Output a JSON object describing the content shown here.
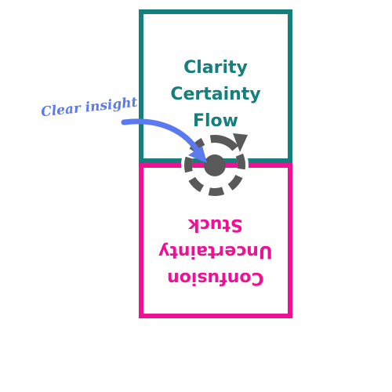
{
  "top_box": {
    "lines": [
      "Clarity",
      "Certainty",
      "Flow"
    ],
    "color": "#157f7b"
  },
  "bottom_box": {
    "lines": [
      "Confusion",
      "Uncertainty",
      "Stuck"
    ],
    "color": "#ee1194"
  },
  "annotation": {
    "text": "Clear insight",
    "color": "#5b7af0"
  },
  "icons": {
    "center": "cycle-dot-icon",
    "arrow": "curved-arrow-icon"
  }
}
